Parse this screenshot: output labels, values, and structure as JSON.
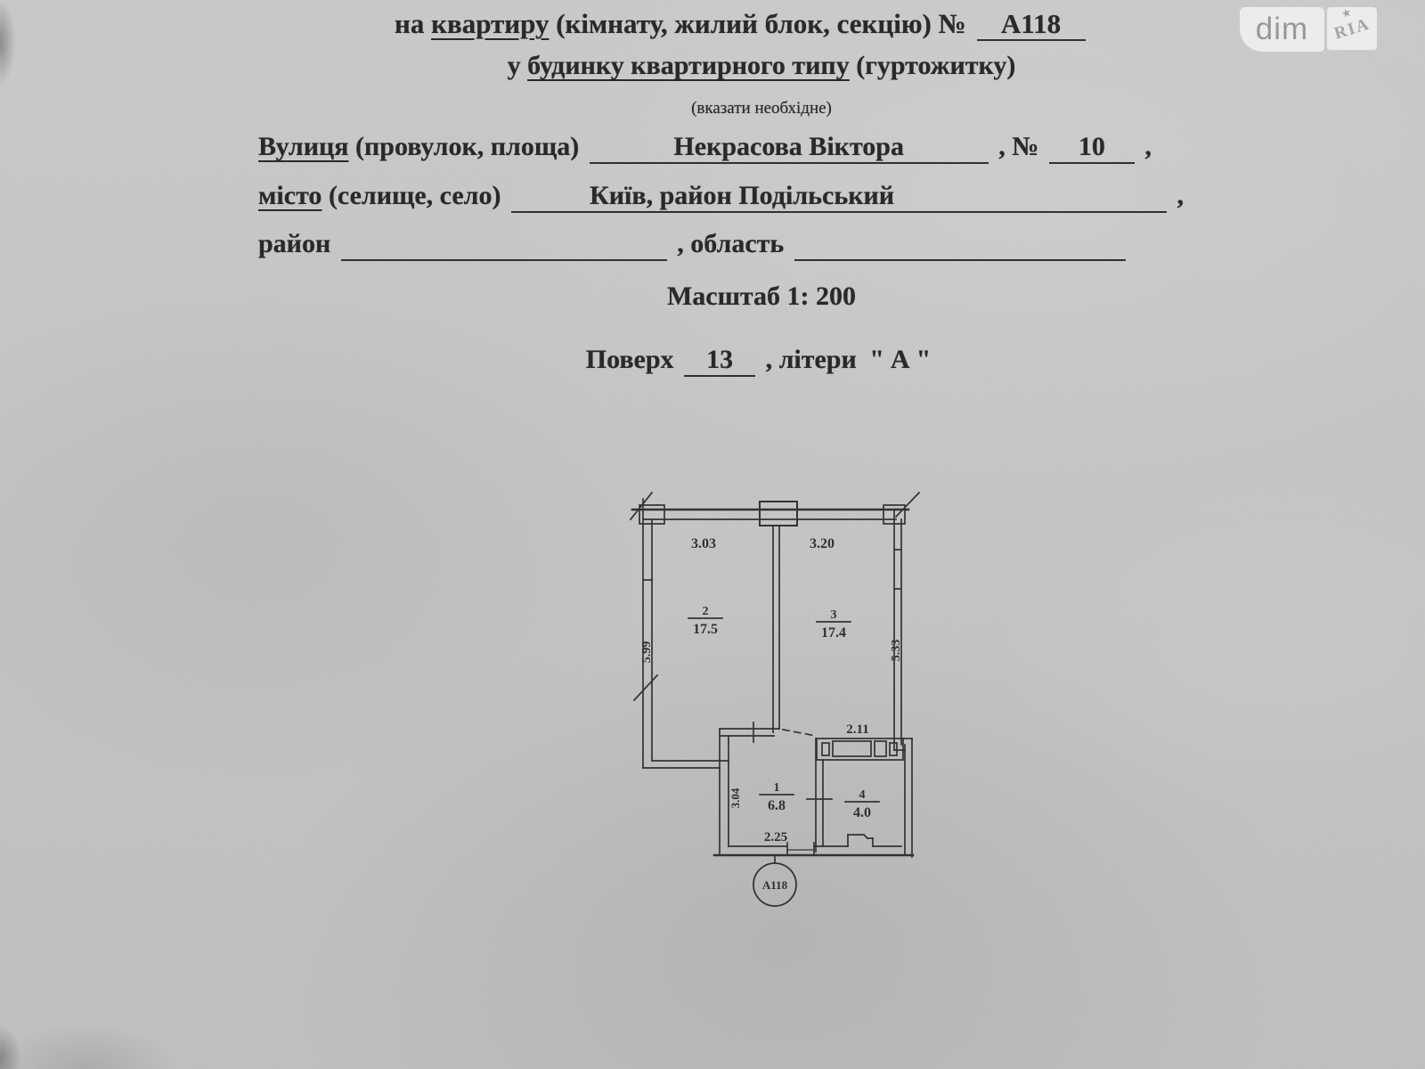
{
  "watermark": {
    "dim": "dim",
    "ria": "RIA",
    "star": "★"
  },
  "header": {
    "line1_prefix": "на ",
    "line1_underlined": "квартиру",
    "line1_rest": " (кімнату, жилий блок, секцію) №",
    "apartment_number": "А118",
    "line2_prefix": "у ",
    "line2_underlined": "будинку квартирного типу",
    "line2_rest": " (гуртожитку)",
    "line3_note": "(вказати необхідне)",
    "street_label_underlined": "Вулиця",
    "street_label_rest": " (провулок, площа)",
    "street_value": "Некрасова Віктора",
    "street_num_label": ", №",
    "street_num_value": "10",
    "street_tail": ",",
    "city_label_underlined": "місто",
    "city_label_rest": " (селище, село)",
    "city_value": "Київ, район Подільський",
    "city_tail": ",",
    "district_label": "район",
    "district_mid": ", область",
    "scale_text": "Масштаб 1: 200",
    "floor_label": "Поверх",
    "floor_value": "13",
    "letters_label": ", літери",
    "letters_open_quote": "\"",
    "letters_value": "А",
    "letters_close_quote": "\""
  },
  "plan": {
    "badge": "А118",
    "dim_top_left": "3.03",
    "dim_top_right": "3.20",
    "dim_left": "5.99",
    "dim_right": "5.33",
    "dim_closet": "2.11",
    "dim_hall": "3.04",
    "dim_entry": "2.25",
    "rooms": [
      {
        "num": "2",
        "area": "17.5"
      },
      {
        "num": "3",
        "area": "17.4"
      },
      {
        "num": "1",
        "area": "6.8"
      },
      {
        "num": "4",
        "area": "4.0"
      }
    ]
  }
}
